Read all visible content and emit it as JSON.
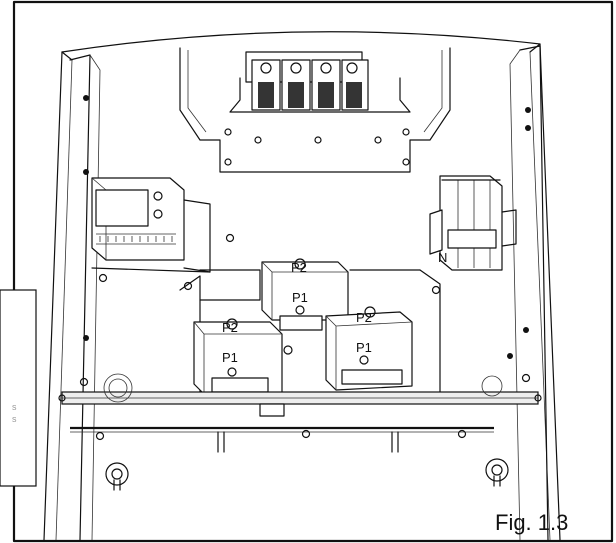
{
  "figure": {
    "caption": "Fig. 1.3",
    "labels": {
      "p2_top": "P2",
      "p1_top": "P1",
      "p2_left": "P2",
      "p1_left": "P1",
      "p2_right": "P2",
      "p1_right": "P1",
      "neutral": "N"
    },
    "side_note": [
      "s",
      "s"
    ]
  }
}
